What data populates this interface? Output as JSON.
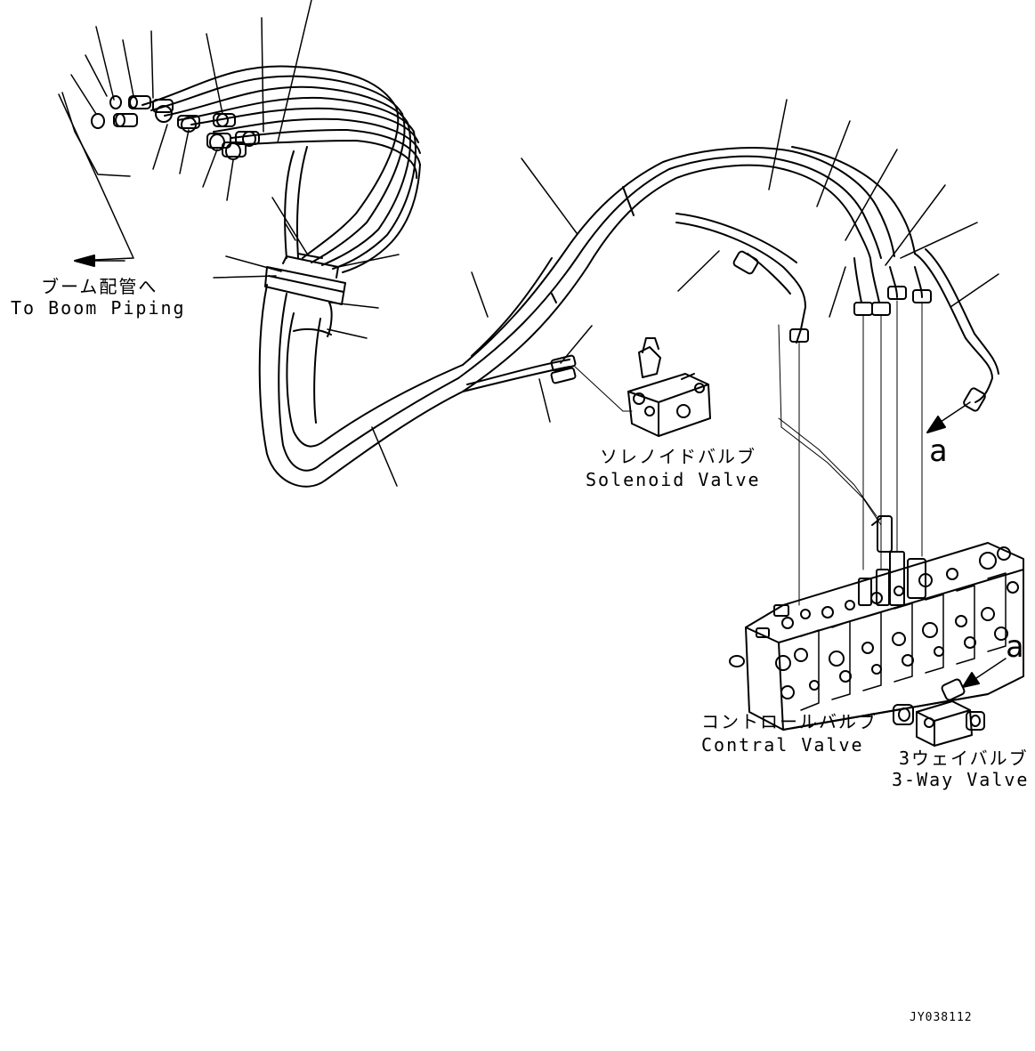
{
  "labels": {
    "boom_piping_jp": "ブーム配管へ",
    "boom_piping_en": "To Boom Piping",
    "solenoid_jp": "ソレノイドバルブ",
    "solenoid_en": "Solenoid Valve",
    "control_jp": "コントロールバルブ",
    "control_en": "Contral Valve",
    "threeway_jp": "3ウェイバルブ",
    "threeway_en": "3-Way Valve"
  },
  "markers": {
    "view_a_top": "a",
    "view_a_bottom": "a"
  },
  "drawing_code": "JY038112",
  "colors": {
    "line": "#000000",
    "background": "#ffffff"
  }
}
